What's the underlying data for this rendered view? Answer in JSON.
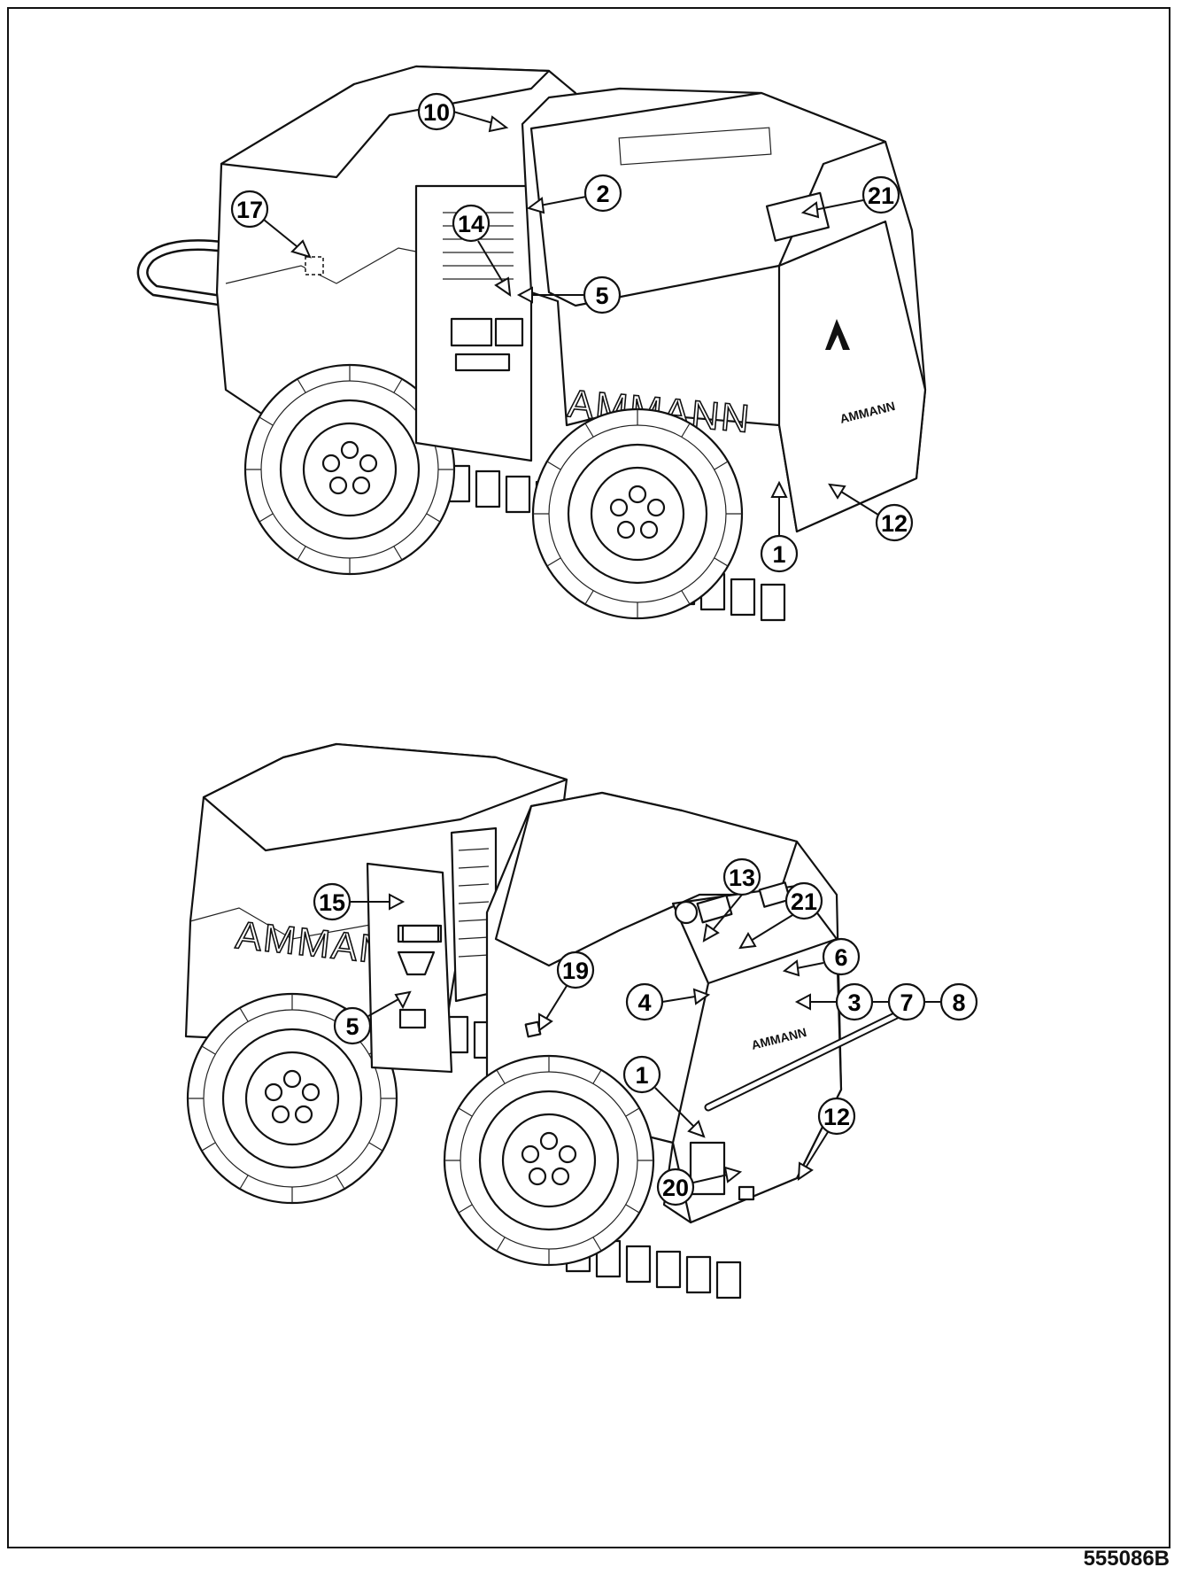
{
  "document_id": "555086B",
  "brand": "AMMANN",
  "callouts_top": [
    {
      "key": "c10",
      "label": "10"
    },
    {
      "key": "c2",
      "label": "2"
    },
    {
      "key": "c21",
      "label": "21"
    },
    {
      "key": "c17",
      "label": "17"
    },
    {
      "key": "c14",
      "label": "14"
    },
    {
      "key": "c5",
      "label": "5"
    },
    {
      "key": "c12",
      "label": "12"
    },
    {
      "key": "c1",
      "label": "1"
    }
  ],
  "callouts_bottom": [
    {
      "key": "c13",
      "label": "13"
    },
    {
      "key": "c21",
      "label": "21"
    },
    {
      "key": "c15",
      "label": "15"
    },
    {
      "key": "c6",
      "label": "6"
    },
    {
      "key": "c19",
      "label": "19"
    },
    {
      "key": "c4",
      "label": "4"
    },
    {
      "key": "c3",
      "label": "3"
    },
    {
      "key": "c7",
      "label": "7"
    },
    {
      "key": "c8",
      "label": "8"
    },
    {
      "key": "c5",
      "label": "5"
    },
    {
      "key": "c1",
      "label": "1"
    },
    {
      "key": "c20",
      "label": "20"
    },
    {
      "key": "c12",
      "label": "12"
    }
  ]
}
